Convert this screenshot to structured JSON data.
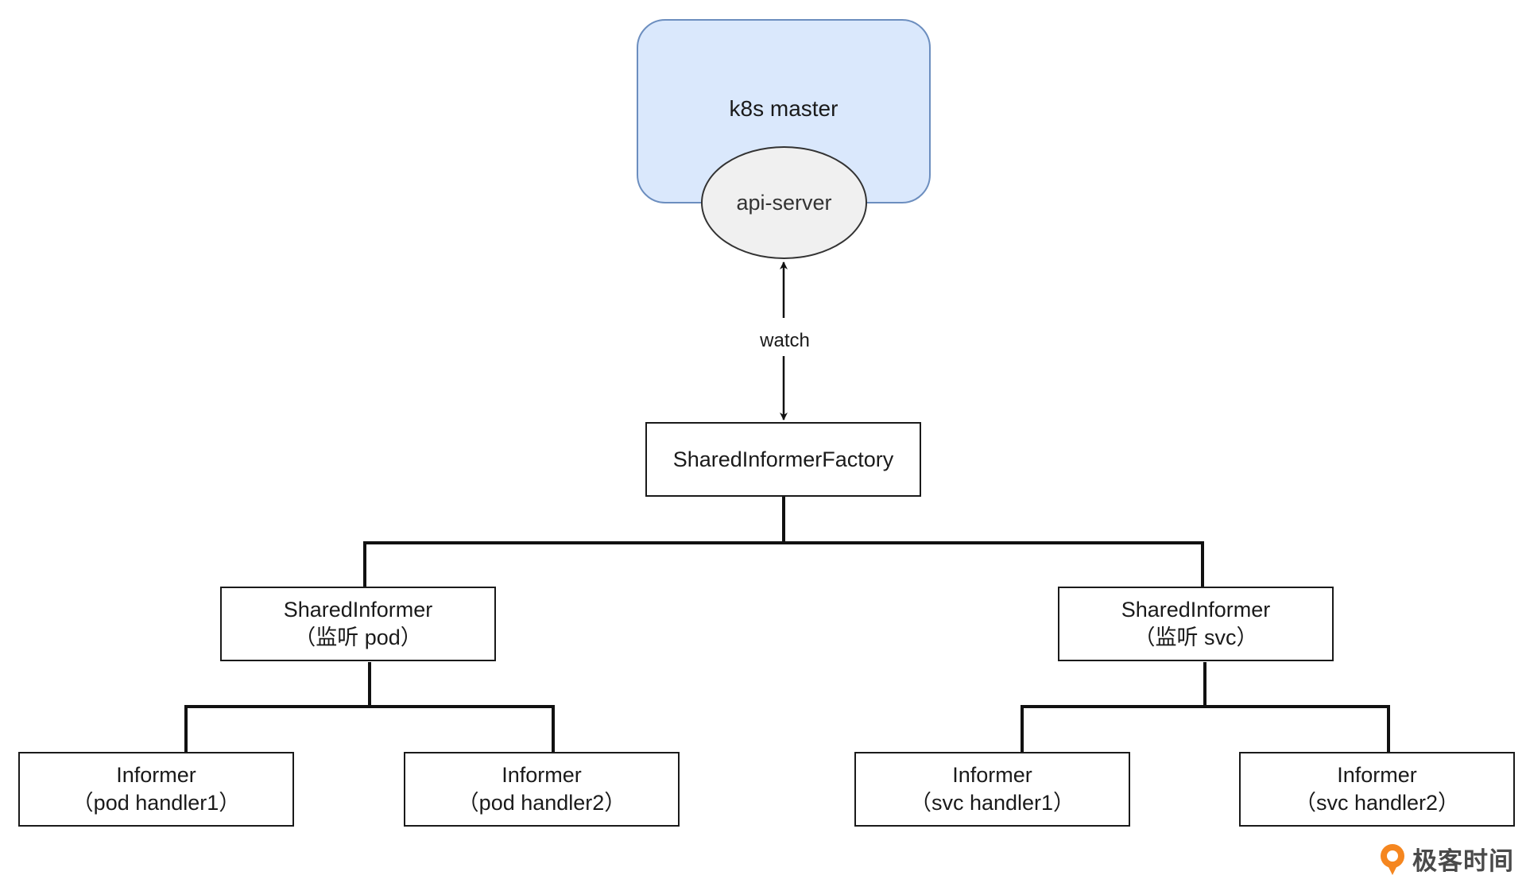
{
  "master": {
    "label": "k8s master",
    "api_server": "api-server"
  },
  "edge": {
    "label": "watch"
  },
  "factory": {
    "label": "SharedInformerFactory"
  },
  "shared_informers": [
    {
      "name": "SharedInformer",
      "detail": "（监听 pod）"
    },
    {
      "name": "SharedInformer",
      "detail": "（监听 svc）"
    }
  ],
  "informers": [
    {
      "name": "Informer",
      "detail": "（pod handler1）"
    },
    {
      "name": "Informer",
      "detail": "（pod handler2）"
    },
    {
      "name": "Informer",
      "detail": "（svc handler1）"
    },
    {
      "name": "Informer",
      "detail": "（svc handler2）"
    }
  ],
  "brand": {
    "text": "极客时间",
    "color": "#f5861f"
  },
  "colors": {
    "master_fill": "#dae8fc",
    "master_stroke": "#6c8ebf",
    "api_fill": "#f0f0f0"
  }
}
